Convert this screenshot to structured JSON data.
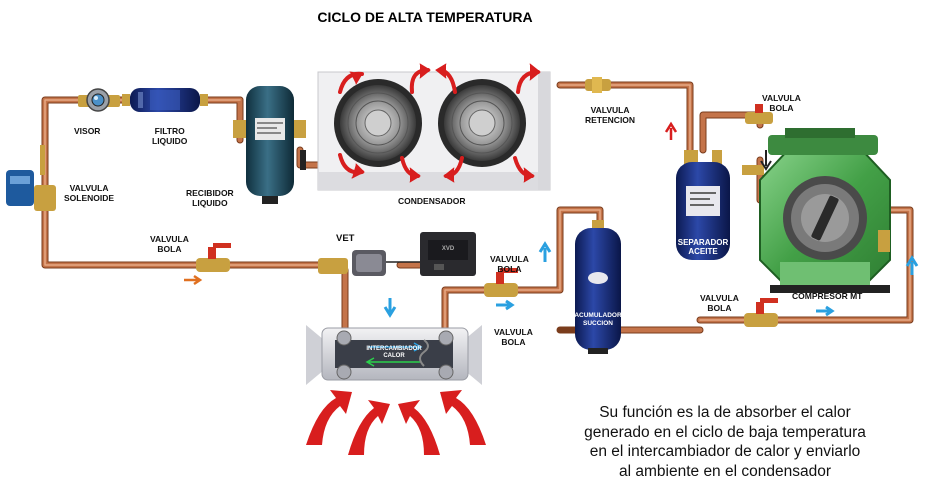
{
  "title": "CICLO DE ALTA TEMPERATURA",
  "labels": {
    "visor": [
      "VISOR"
    ],
    "filtro": [
      "FILTRO",
      "LIQUIDO"
    ],
    "recibidor": [
      "RECIBIDOR",
      "LIQUIDO"
    ],
    "solenoide": [
      "VALVULA",
      "SOLENOIDE"
    ],
    "condensador": [
      "CONDENSADOR"
    ],
    "retencion": [
      "VALVULA",
      "RETENCION"
    ],
    "bola_top": [
      "VALVULA",
      "BOLA"
    ],
    "bola_left": [
      "VALVULA",
      "BOLA"
    ],
    "vet": [
      "VET"
    ],
    "bola_mid_upper": [
      "VALVULA",
      "BOLA"
    ],
    "bola_mid_lower": [
      "VALVULA",
      "BOLA"
    ],
    "bola_right": [
      "VALVULA",
      "BOLA"
    ],
    "compresor": [
      "COMPRESOR MT"
    ],
    "separador": [
      "SEPARADOR",
      "ACEITE"
    ],
    "acumulador": [
      "ACUMULADOR",
      "SUCCION"
    ],
    "intercambiador": [
      "INTERCAMBIADOR",
      "CALOR"
    ],
    "controller": [
      "XVD"
    ]
  },
  "description": [
    "Su función es la de absorber el calor",
    "generado en el ciclo de baja temperatura",
    "en el intercambiador de calor y enviarlo",
    "al ambiente en el condensador"
  ],
  "colors": {
    "pipe": "#b8663a",
    "pipe_highlight": "#e6a27a",
    "heat_arrow": "#d81e1e",
    "flow_blue": "#2aa0e0",
    "flow_orange": "#e07020",
    "tank_blue": "#142a78",
    "receiver_teal": "#1e4a5e",
    "compressor_green": "#4caf50"
  }
}
